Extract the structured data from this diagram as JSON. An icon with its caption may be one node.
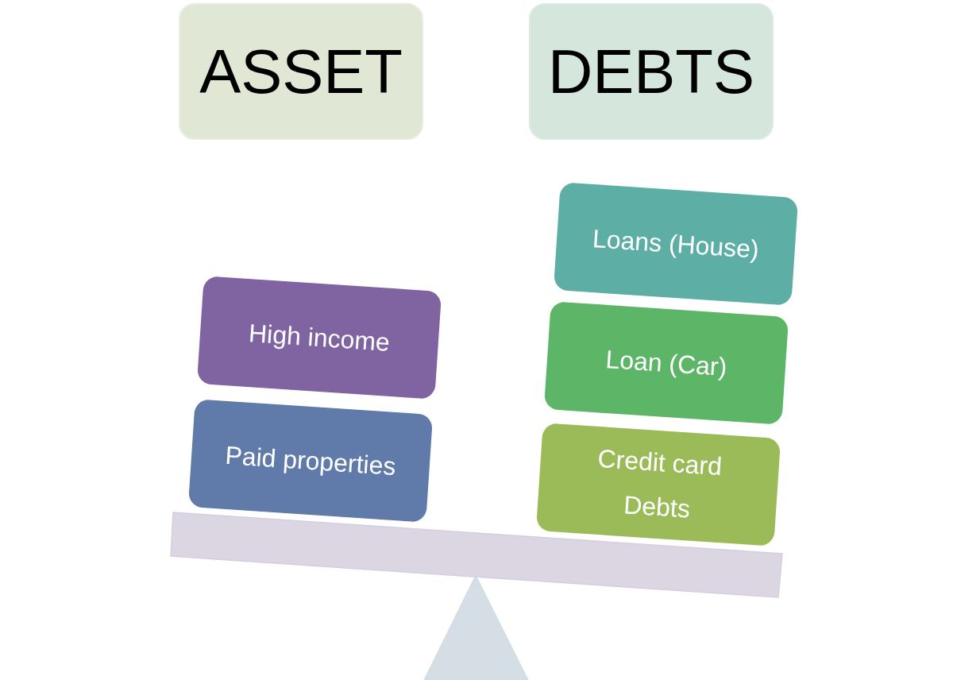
{
  "diagram": {
    "nodes": [
      {
        "text": [
          "ASSET"
        ]
      },
      {
        "text": [
          "DEBTS"
        ]
      },
      {
        "text": [
          "High income"
        ]
      },
      {
        "text": [
          "Paid properties"
        ]
      },
      {
        "text": [
          "Loans (House)"
        ]
      },
      {
        "text": [
          "Loan (Car)"
        ]
      },
      {
        "text": [
          "Credit card Debts"
        ]
      }
    ]
  }
}
